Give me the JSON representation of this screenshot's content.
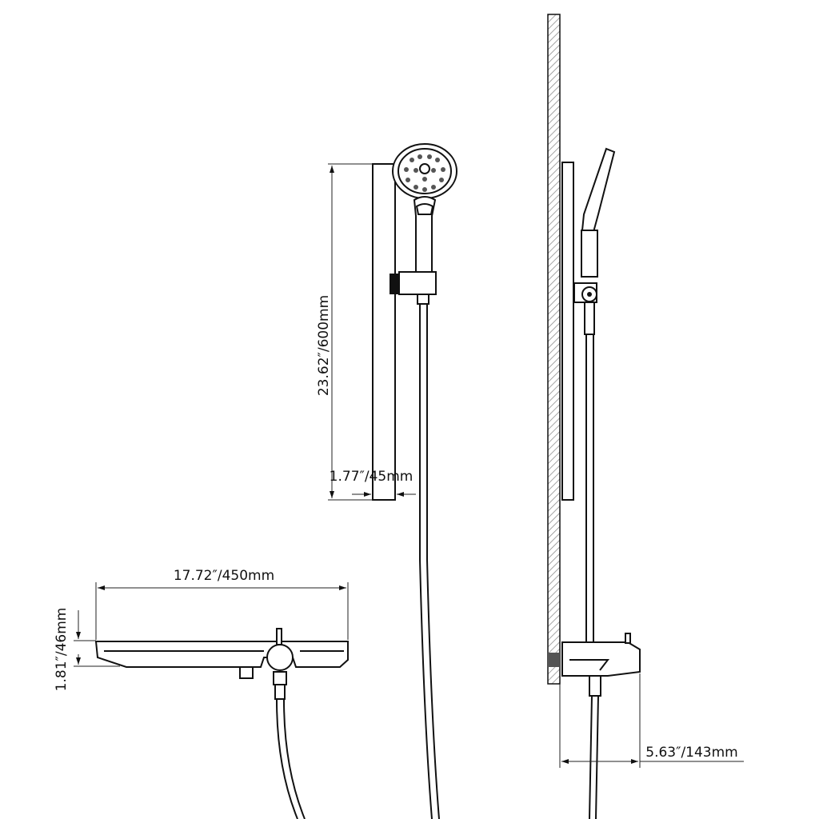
{
  "diagram": {
    "front_view": {
      "rail_height_label": "23.62″/600mm",
      "rail_width_label": "1.77″/45mm"
    },
    "tub_spout": {
      "width_label": "17.72″/450mm",
      "height_label": "1.81″/46mm"
    },
    "side_view": {
      "projection_label": "5.63″/143mm"
    },
    "colors": {
      "line": "#111111",
      "hatch": "#888888",
      "background": "#ffffff"
    }
  }
}
